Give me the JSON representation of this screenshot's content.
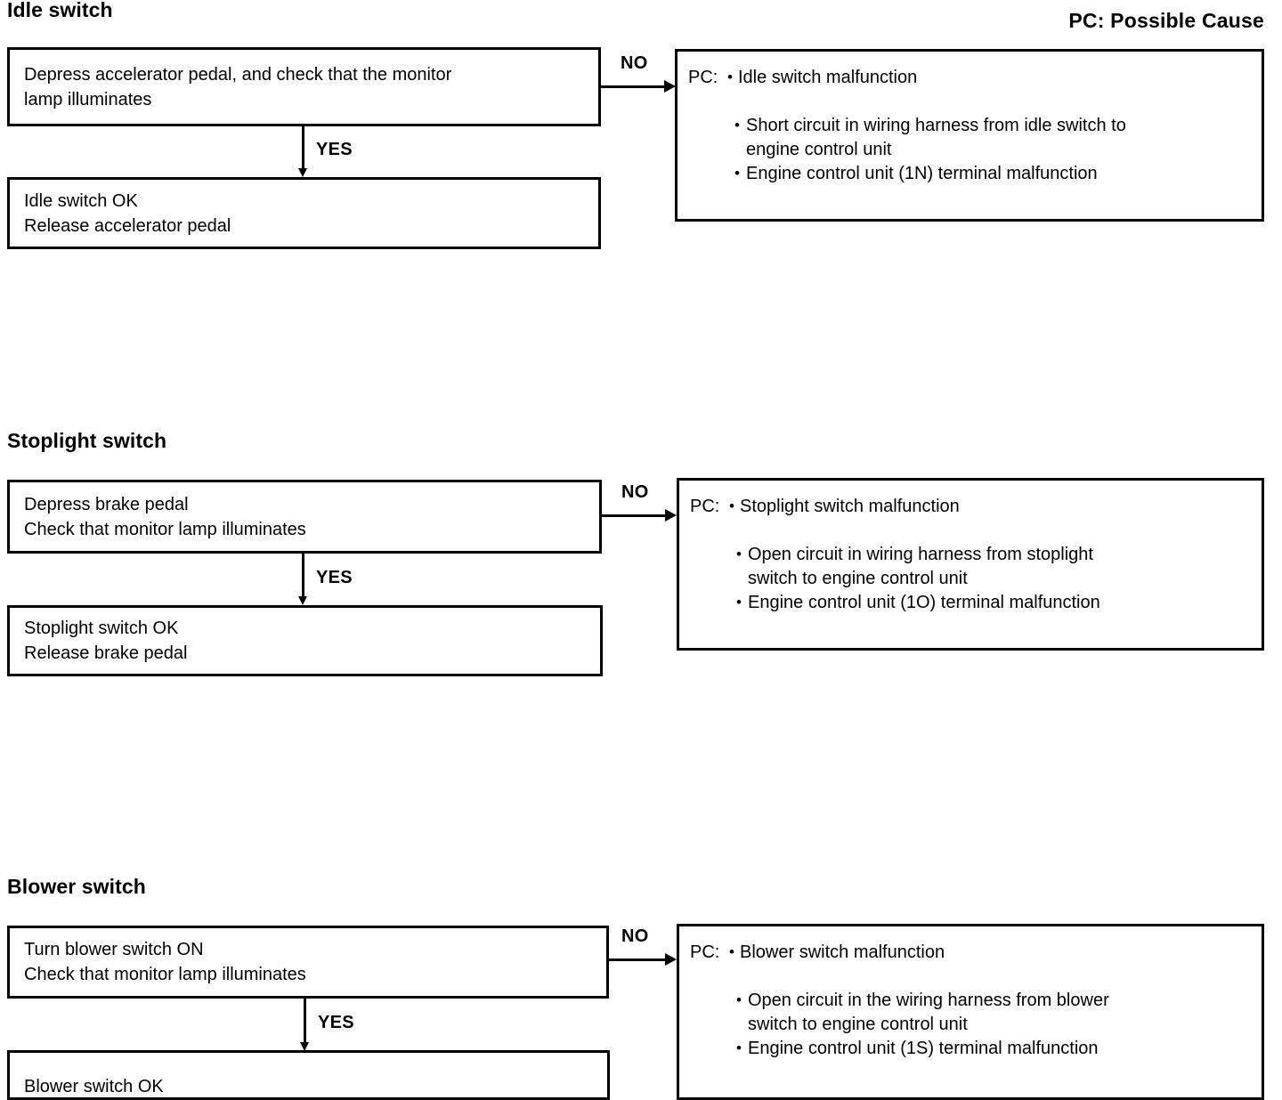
{
  "legend": {
    "text": "PC: Possible Cause"
  },
  "sections": [
    {
      "title": "Idle switch",
      "check_box": "Depress accelerator pedal, and check that the monitor\nlamp illuminates",
      "yes_label": "YES",
      "ok_box": "Idle switch OK\nRelease accelerator pedal",
      "no_label": "NO",
      "pc": {
        "label": "PC:",
        "bullet": "•",
        "first_cause": "Idle switch malfunction",
        "causes": [
          "Short circuit in wiring harness from idle switch to\nengine control unit",
          "Engine control unit (1N) terminal malfunction"
        ]
      }
    },
    {
      "title": "Stoplight switch",
      "check_box": "Depress brake pedal\nCheck that monitor lamp illuminates",
      "yes_label": "YES",
      "ok_box": "Stoplight switch OK\nRelease brake pedal",
      "no_label": "NO",
      "pc": {
        "label": "PC:",
        "bullet": "•",
        "first_cause": "Stoplight switch malfunction",
        "causes": [
          "Open circuit in wiring harness from stoplight\nswitch to engine control unit",
          "Engine control unit (1O) terminal malfunction"
        ]
      }
    },
    {
      "title": "Blower switch",
      "check_box": "Turn blower switch ON\nCheck that monitor lamp illuminates",
      "yes_label": "YES",
      "ok_box": "Blower switch OK",
      "no_label": "NO",
      "pc": {
        "label": "PC:",
        "bullet": "•",
        "first_cause": "Blower switch malfunction",
        "causes": [
          "Open circuit in the wiring harness from blower\nswitch to engine control unit",
          "Engine control unit  (1S) terminal malfunction"
        ]
      }
    }
  ]
}
